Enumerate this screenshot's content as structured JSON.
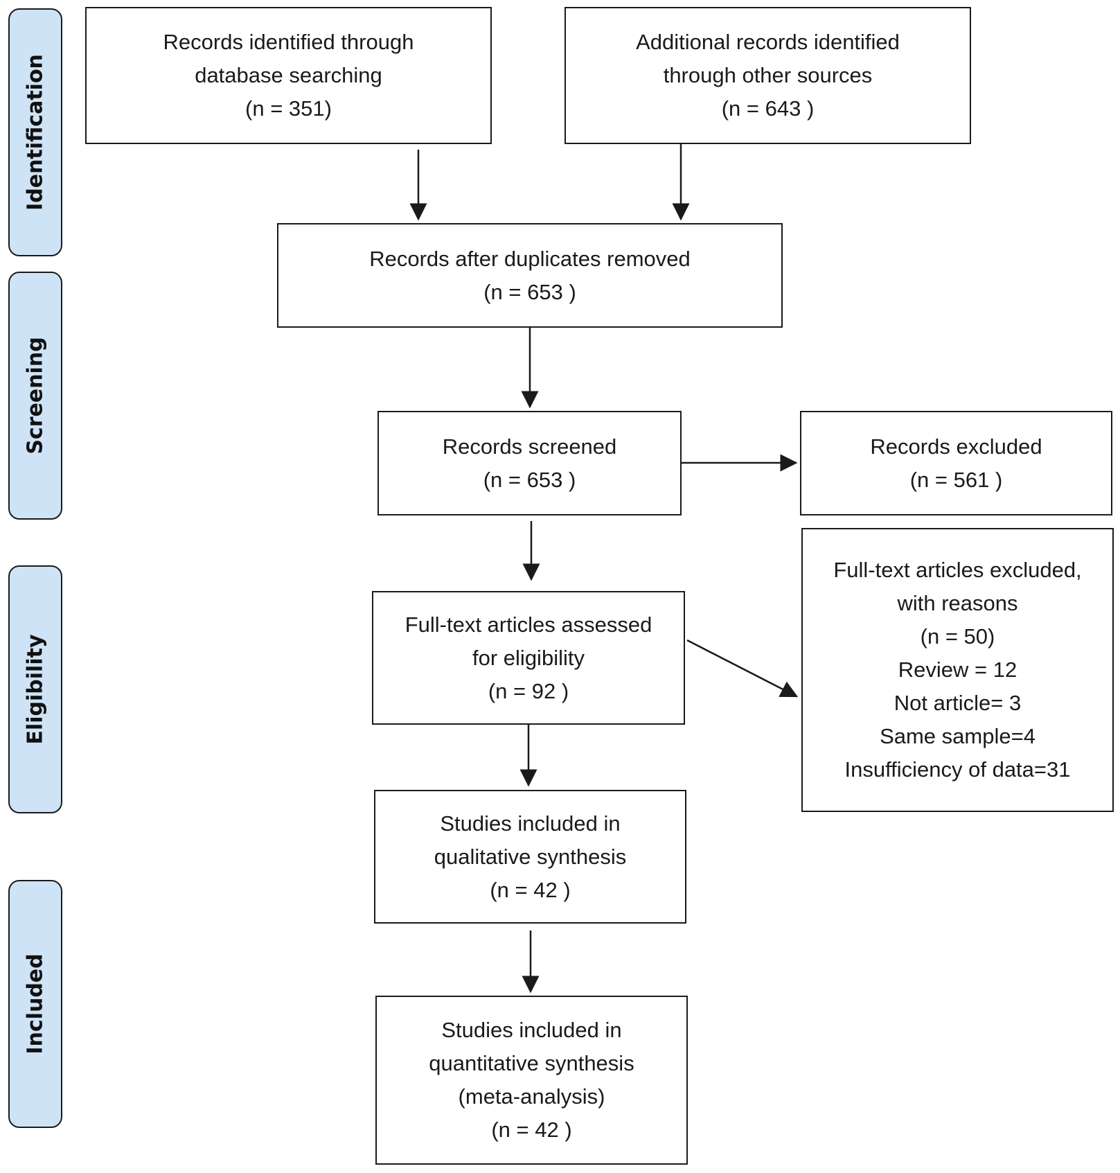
{
  "phases": {
    "identification": "Identification",
    "screening": "Screening",
    "eligibility": "Eligibility",
    "included": "Included"
  },
  "boxes": {
    "database_search": {
      "lines": [
        "Records identified through",
        "database searching",
        "(n = 351)"
      ]
    },
    "other_sources": {
      "lines": [
        "Additional records identified",
        "through other sources",
        "(n = 643 )"
      ]
    },
    "duplicates_removed": {
      "lines": [
        "Records after duplicates removed",
        "(n = 653 )"
      ]
    },
    "screened": {
      "lines": [
        "Records screened",
        "(n = 653 )"
      ]
    },
    "excluded": {
      "lines": [
        "Records excluded",
        "(n = 561 )"
      ]
    },
    "fulltext_assessed": {
      "lines": [
        "Full-text articles assessed",
        "for eligibility",
        "(n = 92 )"
      ]
    },
    "fulltext_excluded": {
      "lines": [
        "Full-text articles excluded,",
        "with reasons",
        "(n = 50)",
        "Review = 12",
        "Not article= 3",
        "Same sample=4",
        "Insufficiency of data=31"
      ]
    },
    "qualitative": {
      "lines": [
        "Studies included in",
        "qualitative synthesis",
        "(n = 42  )"
      ]
    },
    "quantitative": {
      "lines": [
        "Studies included in",
        "quantitative synthesis",
        "(meta-analysis)",
        "(n = 42  )"
      ]
    }
  }
}
